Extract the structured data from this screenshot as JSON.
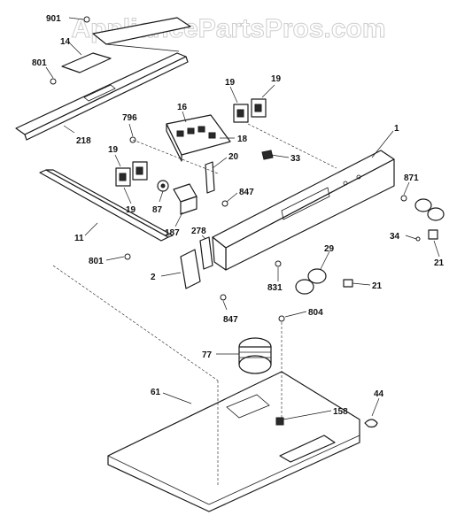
{
  "watermark": "AppliancePartsPros.com",
  "parts": [
    {
      "id": "p901",
      "label": "901"
    },
    {
      "id": "p14",
      "label": "14"
    },
    {
      "id": "p801a",
      "label": "801"
    },
    {
      "id": "p218",
      "label": "218"
    },
    {
      "id": "p19a",
      "label": "19"
    },
    {
      "id": "p19b",
      "label": "19"
    },
    {
      "id": "p796",
      "label": "796"
    },
    {
      "id": "p16",
      "label": "16"
    },
    {
      "id": "p18",
      "label": "18"
    },
    {
      "id": "p1",
      "label": "1"
    },
    {
      "id": "p19c",
      "label": "19"
    },
    {
      "id": "p20",
      "label": "20"
    },
    {
      "id": "p33",
      "label": "33"
    },
    {
      "id": "p871",
      "label": "871"
    },
    {
      "id": "p19d",
      "label": "19"
    },
    {
      "id": "p87",
      "label": "87"
    },
    {
      "id": "p847a",
      "label": "847"
    },
    {
      "id": "p11",
      "label": "11"
    },
    {
      "id": "p187",
      "label": "187"
    },
    {
      "id": "p278",
      "label": "278"
    },
    {
      "id": "p34",
      "label": "34"
    },
    {
      "id": "p29",
      "label": "29"
    },
    {
      "id": "p21a",
      "label": "21"
    },
    {
      "id": "p801b",
      "label": "801"
    },
    {
      "id": "p2",
      "label": "2"
    },
    {
      "id": "p831",
      "label": "831"
    },
    {
      "id": "p21b",
      "label": "21"
    },
    {
      "id": "p847b",
      "label": "847"
    },
    {
      "id": "p804",
      "label": "804"
    },
    {
      "id": "p77",
      "label": "77"
    },
    {
      "id": "p61",
      "label": "61"
    },
    {
      "id": "p44",
      "label": "44"
    },
    {
      "id": "p158",
      "label": "158"
    }
  ]
}
